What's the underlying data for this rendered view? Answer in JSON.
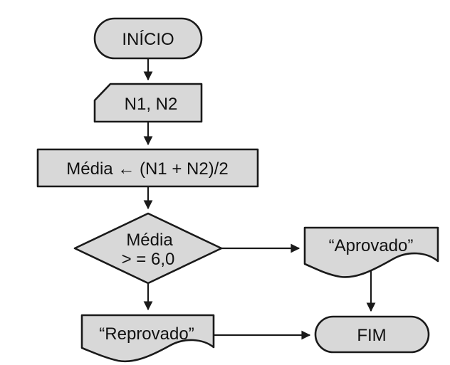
{
  "diagram": {
    "background": "#ffffff",
    "stroke_color": "#1a1a1a",
    "node_fill": "#d8d8d8",
    "nodes": {
      "inicio": {
        "type": "terminator",
        "label": "INÍCIO"
      },
      "entrada": {
        "type": "card",
        "label": "N1, N2"
      },
      "processo": {
        "type": "process",
        "label": "Média ← (N1 + N2)/2"
      },
      "decisao": {
        "type": "decision",
        "label_line1": "Média",
        "label_line2": "> = 6,0"
      },
      "aprovado": {
        "type": "document",
        "label": "“Aprovado”"
      },
      "reprovado": {
        "type": "document",
        "label": "“Reprovado”"
      },
      "fim": {
        "type": "terminator",
        "label": "FIM"
      }
    },
    "edges": [
      {
        "from": "inicio",
        "to": "entrada"
      },
      {
        "from": "entrada",
        "to": "processo"
      },
      {
        "from": "processo",
        "to": "decisao"
      },
      {
        "from": "decisao",
        "to": "aprovado"
      },
      {
        "from": "decisao",
        "to": "reprovado"
      },
      {
        "from": "aprovado",
        "to": "fim"
      },
      {
        "from": "reprovado",
        "to": "fim"
      }
    ]
  }
}
